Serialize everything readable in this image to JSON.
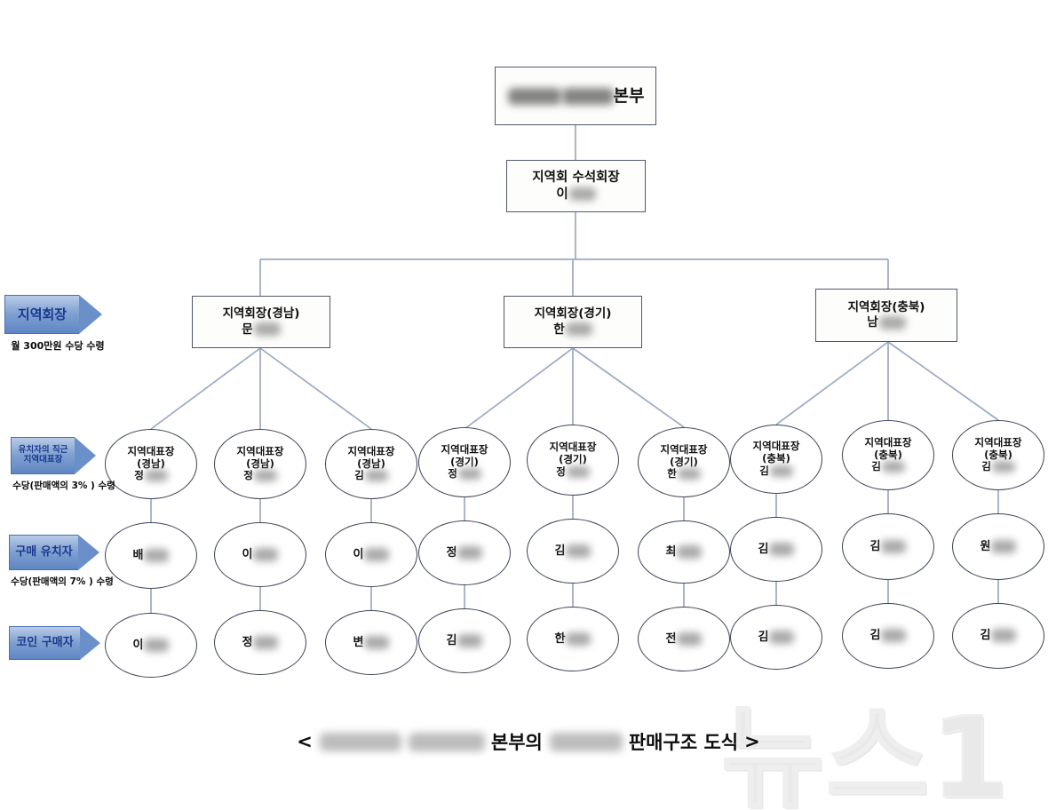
{
  "diagram": {
    "type": "organization-hierarchy",
    "caption": {
      "open_bracket": "<",
      "redacted_1": "[비공개]",
      "redacted_2": "[비공개]",
      "text_1": "본부의",
      "redacted_3": "[비공개]",
      "text_2": "판매구조  도식",
      "close_bracket": ">"
    },
    "watermark": "뉴스1"
  },
  "legend": [
    {
      "id": "level-regional-chairman",
      "label": "지역회장",
      "label_lines": [
        "지역회장"
      ],
      "note": "월 300만원 수당 수령",
      "font_size": 15,
      "arrow_color": "#6b8fc9"
    },
    {
      "id": "level-regional-representative",
      "label": "유치자의 직근 지역대표장",
      "label_lines": [
        "유치자의 직근",
        "지역대표장"
      ],
      "note": "수당(판매액의 3% ) 수령",
      "font_size": 10,
      "arrow_color": "#6b8fc9"
    },
    {
      "id": "level-purchase-recruiter",
      "label": "구매 유치자",
      "label_lines": [
        "구매 유치자"
      ],
      "note": "수당(판매액의 7% ) 수령",
      "font_size": 13,
      "arrow_color": "#6b8fc9"
    },
    {
      "id": "level-coin-buyer",
      "label": "코인 구매자",
      "label_lines": [
        "코인 구매자"
      ],
      "note": "",
      "font_size": 13,
      "arrow_color": "#6b8fc9"
    }
  ],
  "nodes": {
    "headquarters": {
      "id": "headquarters",
      "shape": "box",
      "lines": [
        {
          "redacted_before": true,
          "text": "본부"
        }
      ],
      "title": "본부"
    },
    "chief_chairman": {
      "id": "chief-chairman",
      "shape": "box",
      "title": "지역회 수석회장",
      "surname": "이",
      "name_redacted": true
    },
    "regional_chairmen": [
      {
        "id": "regional-chairman-gyeongnam",
        "title": "지역회장(경남)",
        "region": "경남",
        "surname": "문",
        "name_redacted": true
      },
      {
        "id": "regional-chairman-gyeonggi",
        "title": "지역회장(경기)",
        "region": "경기",
        "surname": "한",
        "name_redacted": true
      },
      {
        "id": "regional-chairman-chungbuk",
        "title": "지역회장(충북)",
        "region": "충북",
        "surname": "남",
        "name_redacted": true
      }
    ],
    "representatives": [
      {
        "id": "rep-1",
        "title": "지역대표장",
        "region": "(경남)",
        "surname": "정",
        "parent": "regional-chairman-gyeongnam"
      },
      {
        "id": "rep-2",
        "title": "지역대표장",
        "region": "(경남)",
        "surname": "정",
        "parent": "regional-chairman-gyeongnam"
      },
      {
        "id": "rep-3",
        "title": "지역대표장",
        "region": "(경남)",
        "surname": "김",
        "parent": "regional-chairman-gyeongnam"
      },
      {
        "id": "rep-4",
        "title": "지역대표장",
        "region": "(경기)",
        "surname": "정",
        "parent": "regional-chairman-gyeonggi"
      },
      {
        "id": "rep-5",
        "title": "지역대표장",
        "region": "(경기)",
        "surname": "정",
        "parent": "regional-chairman-gyeonggi"
      },
      {
        "id": "rep-6",
        "title": "지역대표장",
        "region": "(경기)",
        "surname": "한",
        "parent": "regional-chairman-gyeonggi"
      },
      {
        "id": "rep-7",
        "title": "지역대표장",
        "region": "(충북)",
        "surname": "김",
        "parent": "regional-chairman-chungbuk"
      },
      {
        "id": "rep-8",
        "title": "지역대표장",
        "region": "(충북)",
        "surname": "김",
        "parent": "regional-chairman-chungbuk"
      },
      {
        "id": "rep-9",
        "title": "지역대표장",
        "region": "(충북)",
        "surname": "김",
        "parent": "regional-chairman-chungbuk"
      }
    ],
    "recruiters": [
      {
        "id": "recruiter-1",
        "surname": "배",
        "parent": "rep-1"
      },
      {
        "id": "recruiter-2",
        "surname": "이",
        "parent": "rep-2"
      },
      {
        "id": "recruiter-3",
        "surname": "이",
        "parent": "rep-3"
      },
      {
        "id": "recruiter-4",
        "surname": "정",
        "parent": "rep-4"
      },
      {
        "id": "recruiter-5",
        "surname": "김",
        "parent": "rep-5"
      },
      {
        "id": "recruiter-6",
        "surname": "최",
        "parent": "rep-6"
      },
      {
        "id": "recruiter-7",
        "surname": "김",
        "parent": "rep-7"
      },
      {
        "id": "recruiter-8",
        "surname": "김",
        "parent": "rep-8"
      },
      {
        "id": "recruiter-9",
        "surname": "원",
        "parent": "rep-9"
      }
    ],
    "buyers": [
      {
        "id": "buyer-1",
        "surname": "이",
        "parent": "recruiter-1"
      },
      {
        "id": "buyer-2",
        "surname": "정",
        "parent": "recruiter-2"
      },
      {
        "id": "buyer-3",
        "surname": "변",
        "parent": "recruiter-3"
      },
      {
        "id": "buyer-4",
        "surname": "김",
        "parent": "recruiter-4"
      },
      {
        "id": "buyer-5",
        "surname": "한",
        "parent": "recruiter-5"
      },
      {
        "id": "buyer-6",
        "surname": "전",
        "parent": "recruiter-6"
      },
      {
        "id": "buyer-7",
        "surname": "김",
        "parent": "recruiter-7"
      },
      {
        "id": "buyer-8",
        "surname": "김",
        "parent": "recruiter-8"
      },
      {
        "id": "buyer-9",
        "surname": "김",
        "parent": "recruiter-9"
      }
    ]
  },
  "colors": {
    "box_border": "#51586b",
    "ellipse_border": "#3d4457",
    "edge": "#9aa8c4",
    "arrow_blue": "#6b8fc9",
    "arrow_text": "#1b3a8f",
    "background": "#ffffff"
  }
}
